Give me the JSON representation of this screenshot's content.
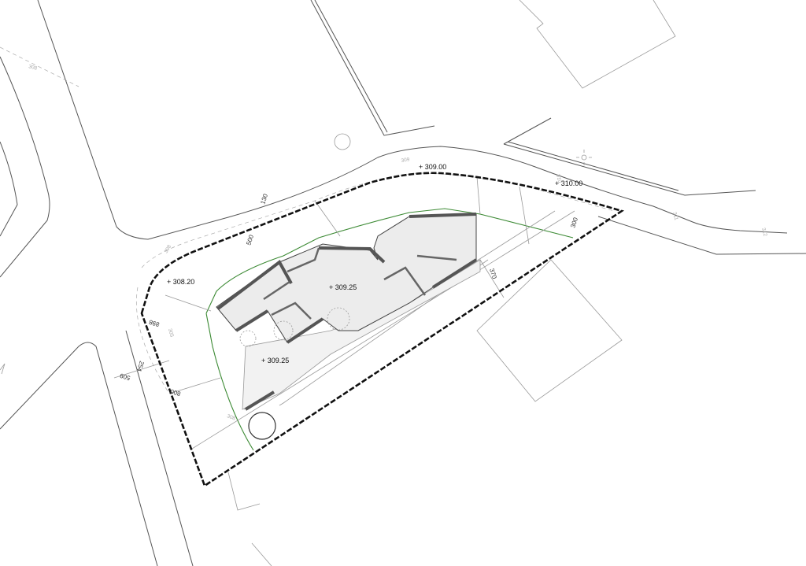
{
  "elevations": {
    "road_top": "+ 309.00",
    "road_right": "+ 310.00",
    "corner_left": "+ 308.20",
    "house_center": "+ 309.25",
    "garden": "+ 309.25"
  },
  "dimensions": {
    "d130": "130",
    "d500": "500",
    "d300": "300",
    "d370": "370",
    "d898": "898",
    "d254": "254",
    "d509": "509",
    "d800": "800"
  },
  "contours": {
    "c308a": "308",
    "c308b": "308",
    "c308c": "308",
    "c309": "309",
    "c310": "310",
    "c311": "311",
    "c312": "312",
    "c305": "305"
  }
}
